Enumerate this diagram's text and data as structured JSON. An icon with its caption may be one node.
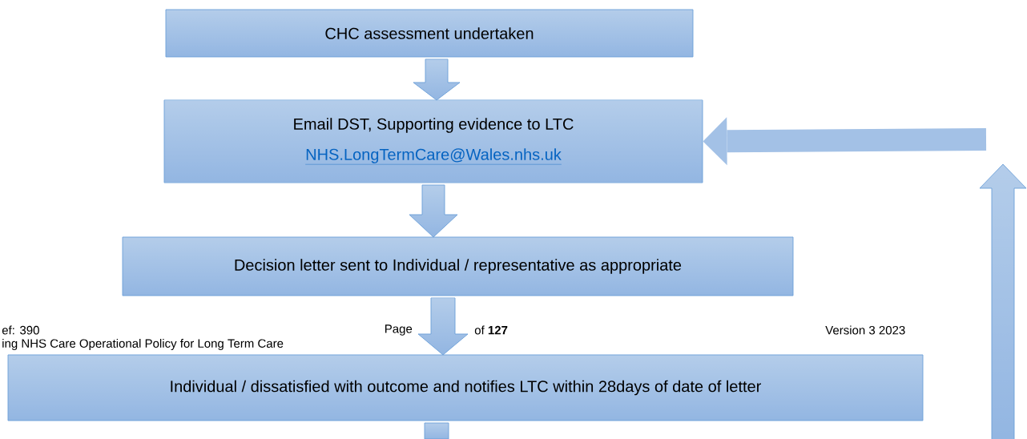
{
  "diagram": {
    "nodes": [
      {
        "text": [
          "CHC assessment undertaken"
        ]
      },
      {
        "text": [
          "Email DST, Supporting evidence to LTC",
          "NHS.LongTermCare@Wales.nhs.uk"
        ]
      },
      {
        "text": [
          "Decision letter sent to Individual / representative as appropriate"
        ]
      },
      {
        "text": [
          "Individual / dissatisfied with outcome and notifies LTC within 28days of date of letter"
        ]
      }
    ],
    "edges": [
      {
        "from": 0,
        "to": 1,
        "arrow": "to"
      },
      {
        "from": 1,
        "to": 2,
        "arrow": "to"
      },
      {
        "from": 2,
        "to": 3,
        "arrow": "to"
      },
      {
        "from": 3,
        "to": null,
        "arrow": "none"
      },
      {
        "from": null,
        "to": 1,
        "arrow": "to"
      }
    ],
    "labels": [
      "ef:  390",
      "Page",
      "of **127**",
      "Version 3 2023",
      "ing NHS Care Operational Policy for Long Term Care"
    ]
  }
}
